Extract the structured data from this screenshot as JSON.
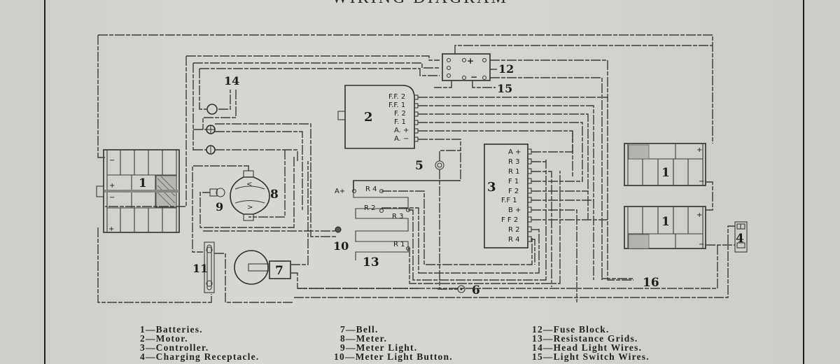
{
  "title": "WIRING DIAGRAM",
  "components": {
    "battery_left": "1",
    "battery_right_top": "1",
    "battery_right_bottom": "1",
    "motor": "2",
    "controller": "3",
    "charging_receptacle": "4",
    "bell_button": "5",
    "horn_button": "6",
    "bell": "7",
    "meter": "8",
    "meter_light": "9",
    "meter_light_button": "10",
    "fuse_11": "11",
    "fuse_block": "12",
    "resistance_grids": "13",
    "head_light_wires": "14",
    "light_switch_wires": "15",
    "wire_16": "16"
  },
  "motor_terminals": [
    "F.F. 2",
    "F.F. 1",
    "F. 2",
    "F. 1",
    "A. +",
    "A. −"
  ],
  "controller_terminals": [
    "A +",
    "R 3",
    "R 1",
    "F 1",
    "F 2",
    "F.F 1",
    "B +",
    "F F 2",
    "R 2",
    "R 4"
  ],
  "resistance_terminals": {
    "a_plus": "A+",
    "r4": "R 4",
    "r2": "R 2",
    "r3": "R 3",
    "r1": "R 1"
  },
  "fuse_block_signs": {
    "plus": "+",
    "minus": "−"
  },
  "battery_signs": {
    "plus": "+",
    "minus": "−"
  },
  "legend": {
    "col1": [
      "1—Batteries.",
      "2—Motor.",
      "3—Controller.",
      "4—Charging Receptacle."
    ],
    "col2": [
      "7—Bell.",
      "8—Meter.",
      "9—Meter Light.",
      "10—Meter Light Button."
    ],
    "col3": [
      "12—Fuse Block.",
      "13—Resistance Grids.",
      "14—Head Light Wires.",
      "15—Light Switch Wires."
    ]
  },
  "colors": {
    "paper": "#d3d1cd",
    "ink": "#2e2e2e"
  }
}
